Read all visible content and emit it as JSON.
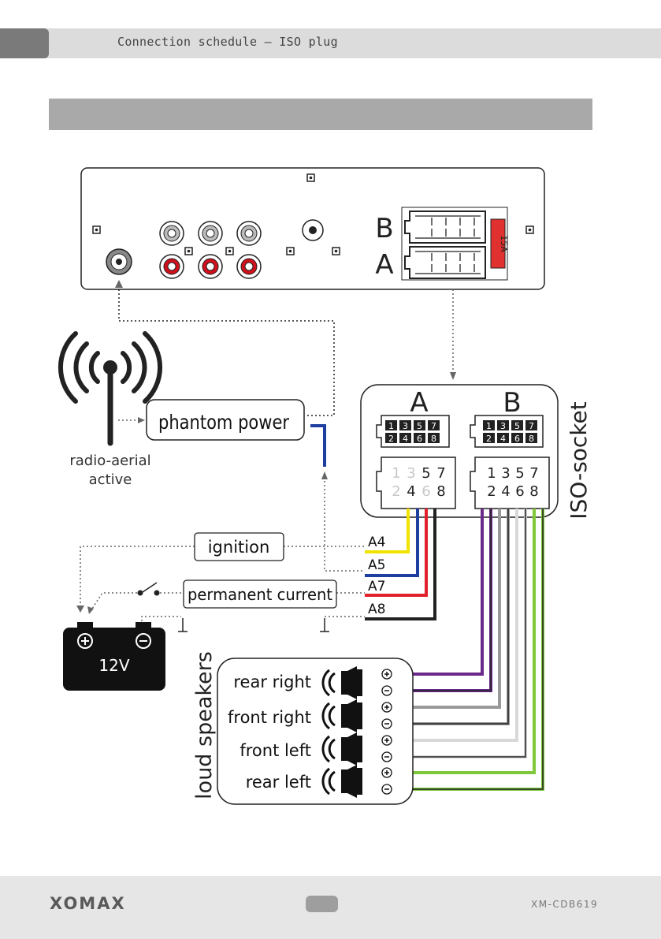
{
  "header": {
    "title": "Connection schedule – ISO plug"
  },
  "head_unit": {
    "connector_b": "B",
    "connector_a": "A",
    "fuse": "15A"
  },
  "antenna": {
    "label_line1": "radio-aerial",
    "label_line2": "active"
  },
  "phantom_power": {
    "label": "phantom power"
  },
  "iso_socket": {
    "title": "ISO-socket",
    "a_label": "A",
    "b_label": "B",
    "pins_top": [
      "1",
      "3",
      "5",
      "7"
    ],
    "pins_bottom": [
      "2",
      "4",
      "6",
      "8"
    ]
  },
  "labels": {
    "ignition": "ignition",
    "permanent_current": "permanent current",
    "a4": "A4",
    "a5": "A5",
    "a7": "A7",
    "a8": "A8"
  },
  "battery": {
    "voltage": "12V"
  },
  "speakers": {
    "title": "loud speakers",
    "items": [
      "rear right",
      "front right",
      "front left",
      "rear left"
    ]
  },
  "colors": {
    "yellow": "#f2e200",
    "blue": "#1f3fa0",
    "red": "#e0202a",
    "black": "#222222",
    "purple": "#6a2a8a",
    "grey": "#9a9a9a",
    "white": "#d8d8d8",
    "green": "#7ec83a"
  },
  "footer": {
    "brand": "XOMAX",
    "model": "XM-CDB619"
  }
}
